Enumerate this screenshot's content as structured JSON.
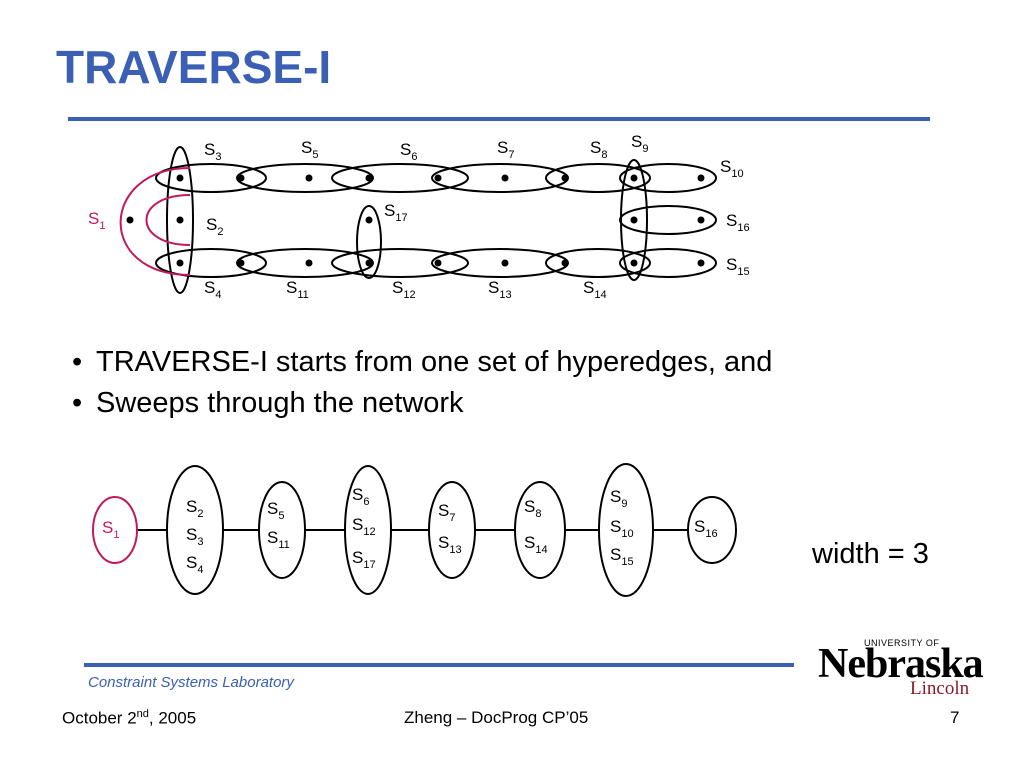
{
  "slide": {
    "title": "TRAVERSE-I",
    "bullets": [
      "TRAVERSE-I starts from one set of hyperedges, and",
      "Sweeps through the network"
    ],
    "bullet_marker": "•",
    "width_label": "width = 3"
  },
  "hypergraph": {
    "labels": {
      "s1": "1",
      "s2": "2",
      "s3": "3",
      "s4": "4",
      "s5": "5",
      "s6": "6",
      "s7": "7",
      "s8": "8",
      "s9": "9",
      "s10": "10",
      "s11": "11",
      "s12": "12",
      "s13": "13",
      "s14": "14",
      "s15": "15",
      "s16": "16",
      "s17": "17"
    },
    "letter": "S",
    "highlight_color": "#c2185b"
  },
  "tree": {
    "letter": "S",
    "nodes": [
      {
        "id": "n1",
        "items": [
          "1"
        ]
      },
      {
        "id": "n2",
        "items": [
          "2",
          "3",
          "4"
        ]
      },
      {
        "id": "n3",
        "items": [
          "5",
          "11"
        ]
      },
      {
        "id": "n4",
        "items": [
          "6",
          "12",
          "17"
        ]
      },
      {
        "id": "n5",
        "items": [
          "7",
          "13"
        ]
      },
      {
        "id": "n6",
        "items": [
          "8",
          "14"
        ]
      },
      {
        "id": "n7",
        "items": [
          "9",
          "10",
          "15"
        ]
      },
      {
        "id": "n8",
        "items": [
          "16"
        ]
      }
    ]
  },
  "footer": {
    "lab": "Constraint Systems Laboratory",
    "date_pre": "October 2",
    "date_sup": "nd",
    "date_post": ", 2005",
    "center": "Zheng – DocProg CP’05",
    "page": "7"
  },
  "logo": {
    "university": "UNIVERSITY OF",
    "name": "Nebraska",
    "campus": "Lincoln"
  },
  "colors": {
    "accent": "#3a5fb4",
    "highlight": "#c2185b",
    "campus": "#8b1a2c"
  }
}
